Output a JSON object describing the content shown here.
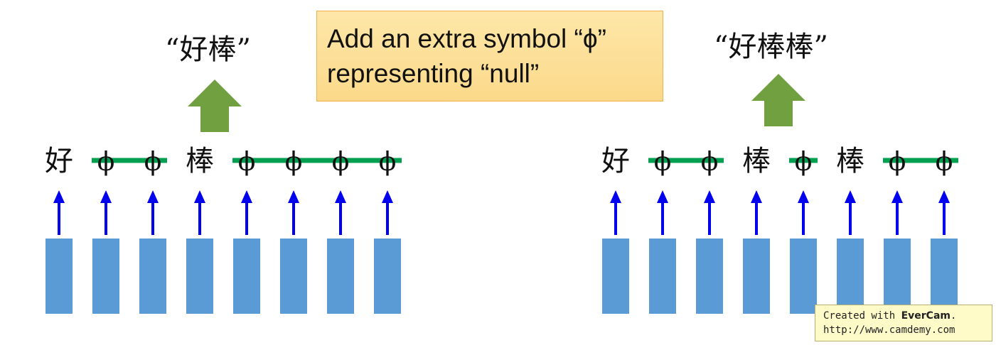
{
  "callout": {
    "line1": "Add an extra symbol “ϕ”",
    "line2": "representing “null”"
  },
  "left_panel": {
    "result": "“好棒”",
    "tokens": [
      "好",
      "ϕ",
      "ϕ",
      "棒",
      "ϕ",
      "ϕ",
      "ϕ",
      "ϕ"
    ],
    "strike_groups": [
      [
        1,
        2
      ],
      [
        4,
        7
      ]
    ]
  },
  "right_panel": {
    "result": "“好棒棒”",
    "tokens": [
      "好",
      "ϕ",
      "ϕ",
      "棒",
      "ϕ",
      "棒",
      "ϕ",
      "ϕ"
    ],
    "strike_groups": [
      [
        1,
        2
      ],
      [
        4,
        4
      ],
      [
        6,
        7
      ]
    ]
  },
  "watermark": {
    "prefix": "Created with ",
    "brand": "EverCam",
    "suffix": ".",
    "url": "http://www.camdemy.com"
  },
  "colors": {
    "box": "#5b9bd5",
    "arrow": "#0000ee",
    "strike": "#00a050",
    "big_arrow": "#70a040"
  }
}
